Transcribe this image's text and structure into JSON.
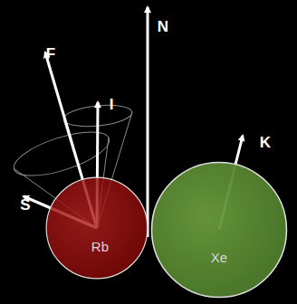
{
  "diagram": {
    "nodes": [
      {
        "text": [
          "Rb"
        ]
      },
      {
        "text": [
          "Xe"
        ]
      }
    ],
    "labels": [
      "F",
      "I",
      "S",
      "N",
      "K"
    ]
  }
}
